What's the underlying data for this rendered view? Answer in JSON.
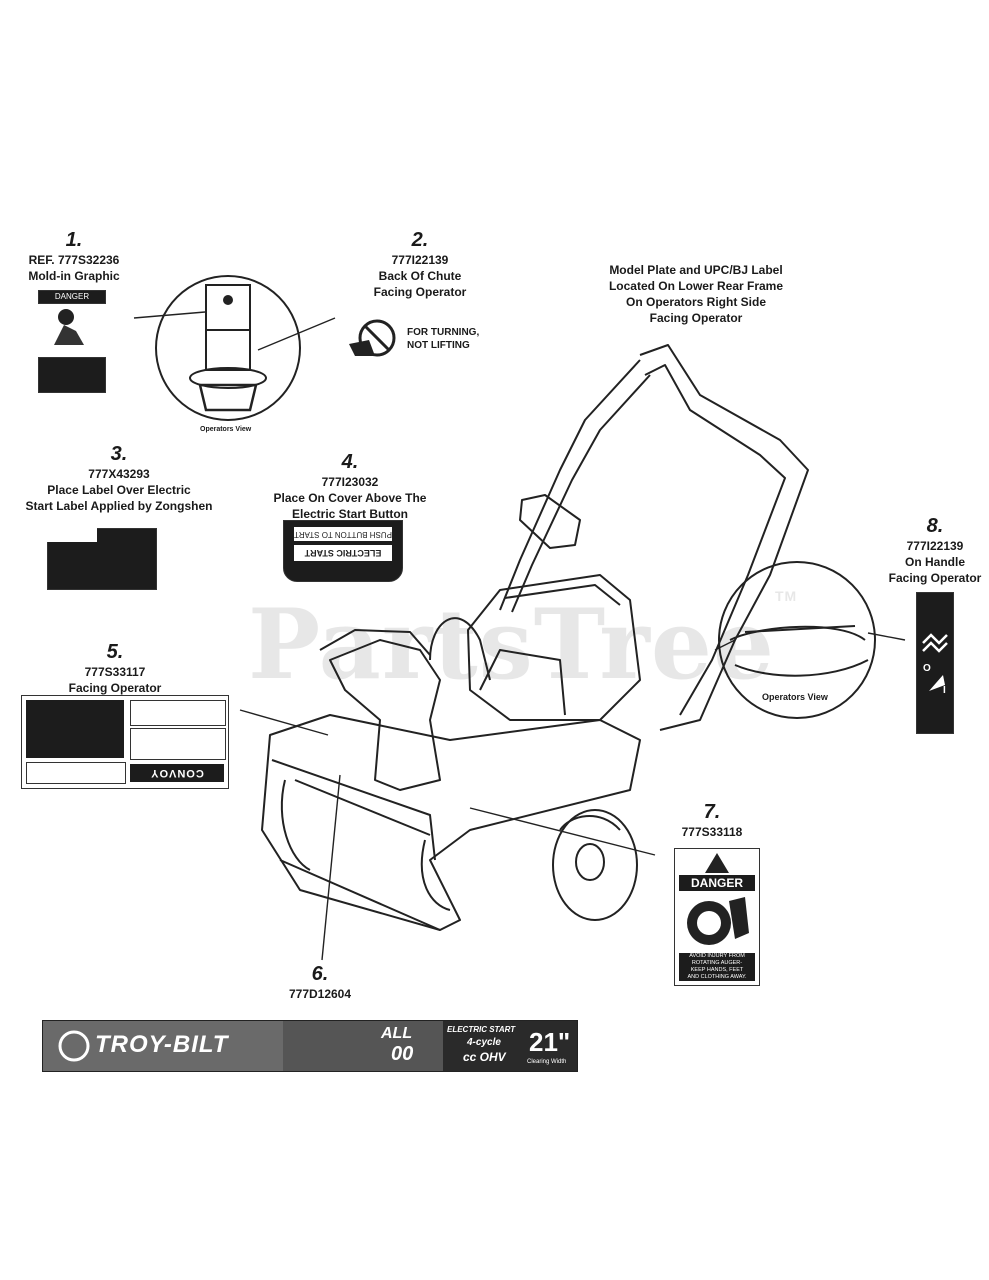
{
  "watermark": {
    "text": "PartsTree",
    "tm": "TM"
  },
  "model_note": {
    "lines": [
      "Model Plate and UPC/BJ Label",
      "Located On Lower Rear Frame",
      "On Operators Right Side",
      "Facing Operator"
    ]
  },
  "callouts": [
    {
      "num": "1.",
      "lines": [
        "REF. 777S32236",
        "Mold-in Graphic"
      ]
    },
    {
      "num": "2.",
      "lines": [
        "777I22139",
        "Back Of Chute",
        "Facing Operator"
      ]
    },
    {
      "num": "3.",
      "lines": [
        "777X43293",
        "Place Label Over Electric",
        "Start  Label  Applied  by  Zongshen"
      ]
    },
    {
      "num": "4.",
      "lines": [
        "777I23032",
        "Place On Cover Above The",
        "Electric Start Button"
      ]
    },
    {
      "num": "5.",
      "lines": [
        "777S33117",
        "Facing Operator"
      ]
    },
    {
      "num": "6.",
      "lines": [
        "777D12604"
      ]
    },
    {
      "num": "7.",
      "lines": [
        "777S33118"
      ]
    },
    {
      "num": "8.",
      "lines": [
        "777I22139",
        "On Handle",
        "Facing Operator"
      ]
    }
  ],
  "views": {
    "operators_view_1": "Operators View",
    "operators_view_2": "Operators View"
  },
  "decals": {
    "turning": {
      "line1": "FOR TURNING,",
      "line2": "NOT LIFTING"
    },
    "danger_small": "DANGER",
    "electric_start": {
      "line1": "ELECTRIC START",
      "line2": "PUSH BUTTON TO START"
    },
    "danger_big": {
      "title": "DANGER",
      "text": [
        "AVOID INJURY FROM",
        "ROTATING AUGER-",
        "KEEP HANDS, FEET",
        "AND CLOTHING AWAY."
      ]
    },
    "convoy": "CONVOY",
    "handle_symbols": {
      "off": "O",
      "on": "I"
    },
    "banner": {
      "brand": "TROY-BILT",
      "model": "ALL",
      "model_num": "00",
      "feature1": "ELECTRIC START",
      "feature2": "4-cycle",
      "engine": "cc OHV",
      "width": "21\"",
      "width_label": "Clearing Width"
    }
  }
}
